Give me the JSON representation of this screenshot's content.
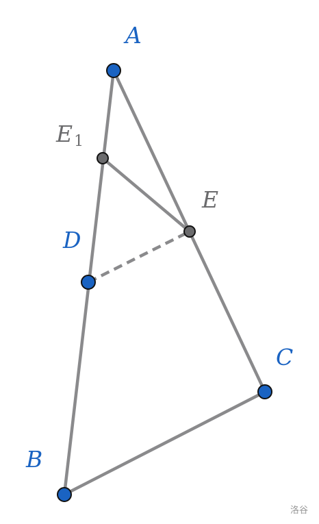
{
  "diagram": {
    "points": [
      {
        "id": "A",
        "label": "A",
        "role": "main"
      },
      {
        "id": "B",
        "label": "B",
        "role": "main"
      },
      {
        "id": "C",
        "label": "C",
        "role": "main"
      },
      {
        "id": "D",
        "label": "D",
        "role": "main"
      },
      {
        "id": "E",
        "label": "E",
        "role": "auxiliary"
      },
      {
        "id": "E1",
        "label": "E",
        "subscript": "1",
        "role": "auxiliary"
      }
    ],
    "segments": [
      {
        "from": "A",
        "to": "B",
        "style": "solid"
      },
      {
        "from": "A",
        "to": "C",
        "style": "solid"
      },
      {
        "from": "B",
        "to": "C",
        "style": "solid"
      },
      {
        "from": "E1",
        "to": "E",
        "style": "solid"
      },
      {
        "from": "D",
        "to": "E",
        "style": "dashed"
      }
    ]
  },
  "colors": {
    "main_point": "#1a63c2",
    "auxiliary_point": "#6b6b6d",
    "segment": "#8a8a8c",
    "watermark": "#9a9a9a"
  },
  "watermark": "洛谷"
}
